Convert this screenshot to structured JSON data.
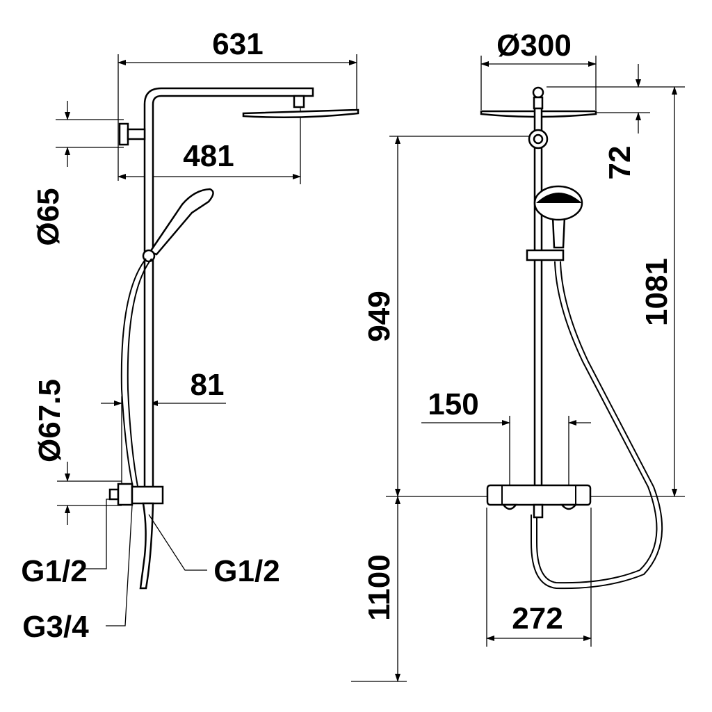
{
  "side_view": {
    "dim_arm_total": "631",
    "dim_arm_inner": "481",
    "dim_wall_holder_dia": "Ø65",
    "dim_mixer_holder_dia": "Ø67.5",
    "dim_rail_offset": "81",
    "thread_mixer_inlet": "G1/2",
    "thread_wall_connection": "G3/4",
    "thread_hose_outlet": "G1/2"
  },
  "front_view": {
    "dim_head_dia": "Ø300",
    "dim_head_drop": "72",
    "dim_mixer_to_head_mount": "949",
    "dim_mixer_to_top": "1081",
    "dim_mixer_centres": "150",
    "dim_floor_to_mixer": "1100",
    "dim_mixer_width": "272"
  }
}
